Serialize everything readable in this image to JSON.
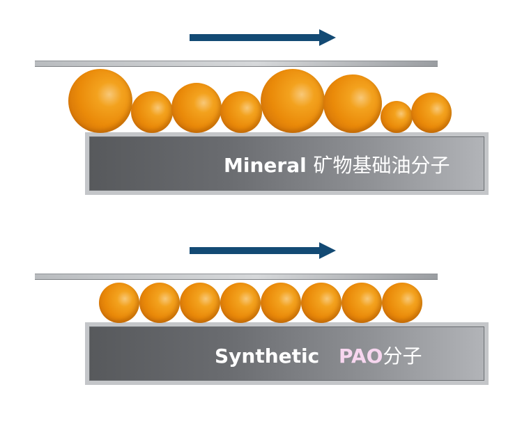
{
  "colors": {
    "arrow": "#134a74",
    "molecule": "#ee8f0c",
    "plate_dark": "#57595c",
    "plate_light": "#c4c6c9",
    "label_accent": "#f7d6ef"
  },
  "panels": [
    {
      "id": "mineral",
      "label_main": "Mineral",
      "label_cn": "矿物基础油分子",
      "molecule_diameters": [
        92,
        60,
        72,
        60,
        92,
        84,
        46,
        58
      ]
    },
    {
      "id": "synthetic",
      "label_main": "Synthetic",
      "label_accent": "PAO",
      "label_cn": "分子",
      "molecule_diameters": [
        58,
        58,
        58,
        58,
        58,
        58,
        58,
        58
      ]
    }
  ]
}
